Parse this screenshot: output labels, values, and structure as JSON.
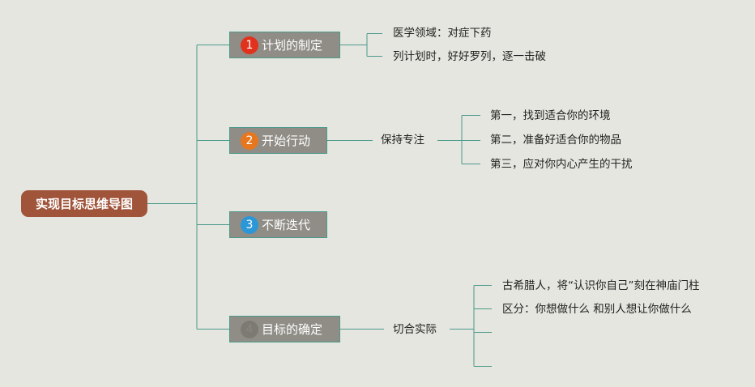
{
  "root": {
    "label": "实现目标思维导图"
  },
  "branches": [
    {
      "badge": "1",
      "label": "计划的制定",
      "color": "#e0321c",
      "children": [
        "医学领域：对症下药",
        "列计划时，好好罗列，逐一击破"
      ]
    },
    {
      "badge": "2",
      "label": "开始行动",
      "color": "#e7771f",
      "sub": "保持专注",
      "children": [
        "第一，找到适合你的环境",
        "第二，准备好适合你的物品",
        "第三，应对你内心产生的干扰"
      ]
    },
    {
      "badge": "3",
      "label": "不断迭代",
      "color": "#2b97d6"
    },
    {
      "badge": "4",
      "label": "目标的确定",
      "color": "#7d7a74",
      "sub": "切合实际",
      "children": [
        "古希腊人，将“认识你自己”刻在神庙门柱",
        "区分：你想做什么 和别人想让你做什么",
        "",
        ""
      ]
    }
  ]
}
